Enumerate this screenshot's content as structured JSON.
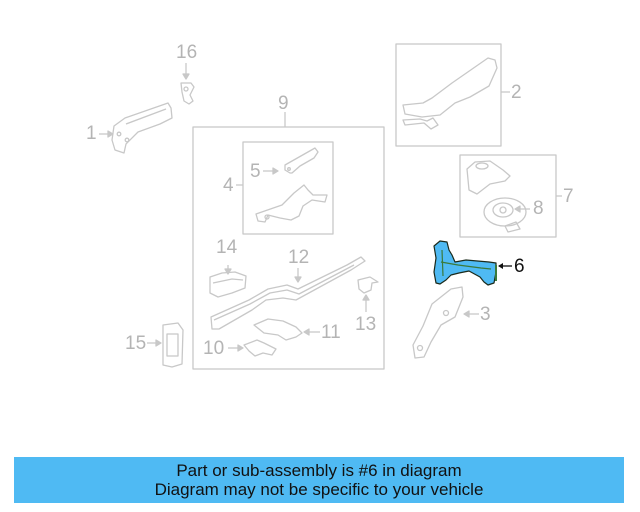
{
  "diagram": {
    "highlight_color": "#4fbaf3",
    "line_color": "#c4c4c4",
    "callouts": [
      {
        "id": "1",
        "label": "1"
      },
      {
        "id": "2",
        "label": "2"
      },
      {
        "id": "3",
        "label": "3"
      },
      {
        "id": "4",
        "label": "4"
      },
      {
        "id": "5",
        "label": "5"
      },
      {
        "id": "6",
        "label": "6",
        "highlighted": true
      },
      {
        "id": "7",
        "label": "7"
      },
      {
        "id": "8",
        "label": "8"
      },
      {
        "id": "9",
        "label": "9"
      },
      {
        "id": "10",
        "label": "10"
      },
      {
        "id": "11",
        "label": "11"
      },
      {
        "id": "12",
        "label": "12"
      },
      {
        "id": "13",
        "label": "13"
      },
      {
        "id": "14",
        "label": "14"
      },
      {
        "id": "15",
        "label": "15"
      },
      {
        "id": "16",
        "label": "16"
      }
    ]
  },
  "banner": {
    "line1": "Part or sub-assembly is #6 in diagram",
    "line2": "Diagram may not be specific to your vehicle"
  }
}
